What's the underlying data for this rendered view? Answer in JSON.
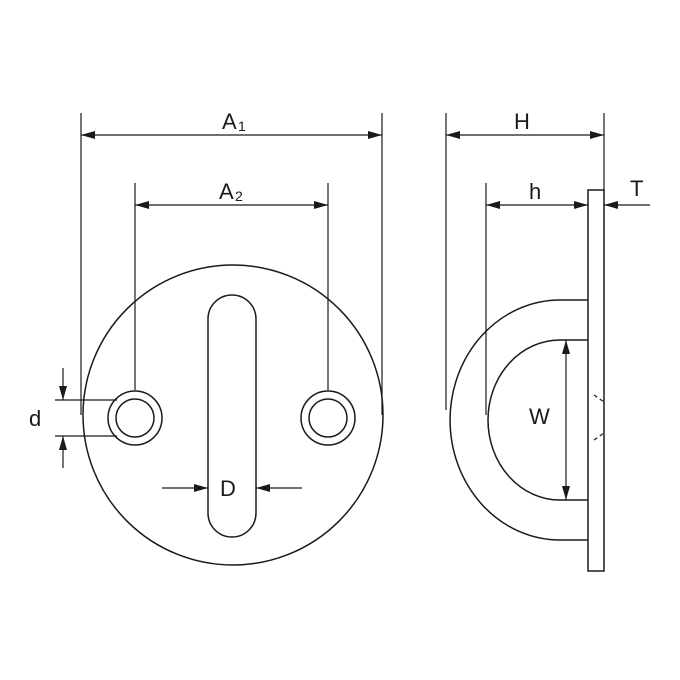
{
  "labels": {
    "a1_main": "A",
    "a1_sub": "1",
    "a2_main": "A",
    "a2_sub": "2",
    "d_small": "d",
    "d_large": "D",
    "h_large": "H",
    "h_small": "h",
    "t": "T",
    "w": "W"
  }
}
